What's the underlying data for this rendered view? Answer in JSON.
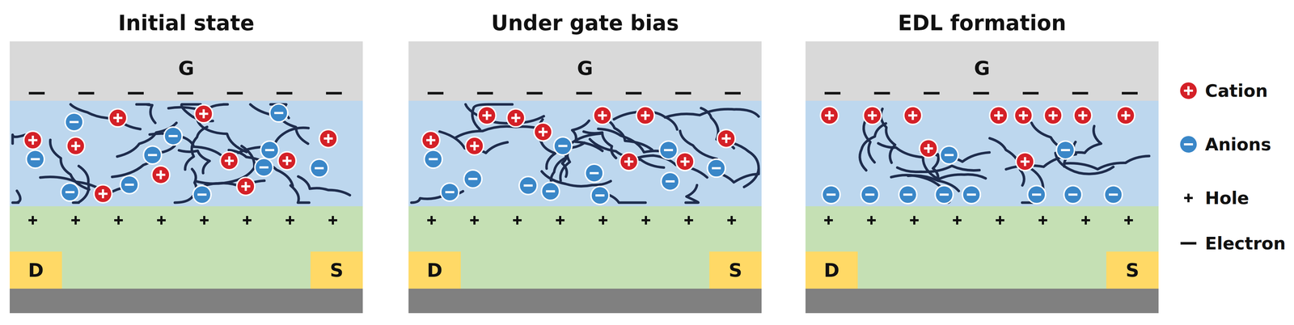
{
  "diagram": {
    "nodes": [
      {
        "text": [
          "Initial state"
        ]
      },
      {
        "text": [
          "G"
        ],
        "in": 0
      },
      {
        "text": [
          "D"
        ],
        "in": 0
      },
      {
        "text": [
          "S"
        ],
        "in": 0
      },
      {
        "text": [
          "Under gate bias"
        ]
      },
      {
        "text": [
          "G"
        ],
        "in": 4
      },
      {
        "text": [
          "D"
        ],
        "in": 4
      },
      {
        "text": [
          "S"
        ],
        "in": 4
      },
      {
        "text": [
          "EDL formation"
        ]
      },
      {
        "text": [
          "G"
        ],
        "in": 8
      },
      {
        "text": [
          "D"
        ],
        "in": 8
      },
      {
        "text": [
          "S"
        ],
        "in": 8
      }
    ],
    "legend": [
      {
        "text": "Cation"
      },
      {
        "text": "Anions"
      },
      {
        "text": "Hole"
      },
      {
        "text": "Electron"
      }
    ]
  }
}
